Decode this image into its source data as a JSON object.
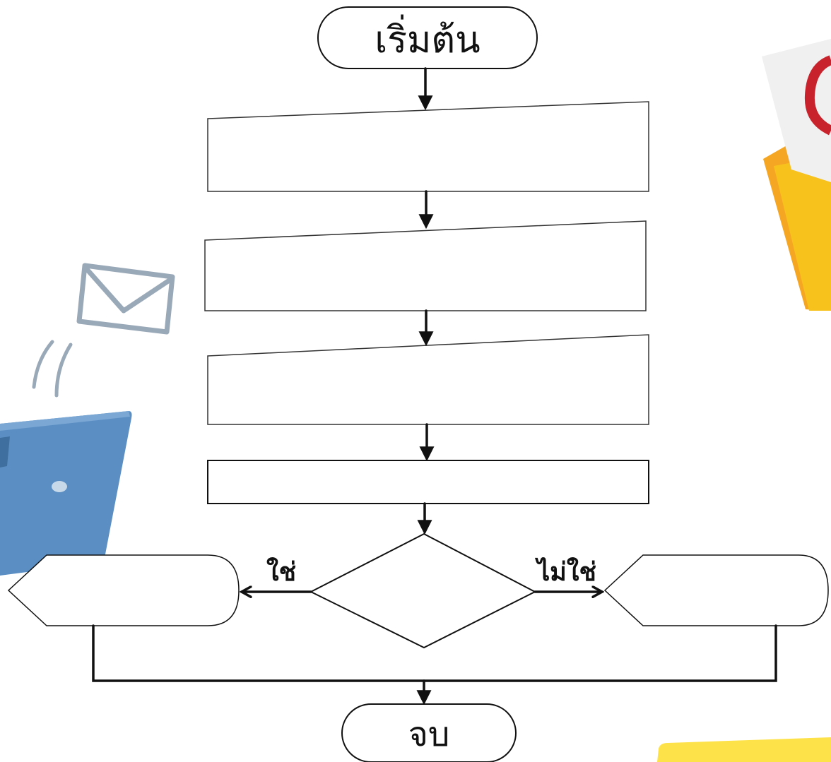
{
  "flowchart": {
    "start": {
      "label": "เริ่มต้น"
    },
    "input_1": {
      "label": ""
    },
    "input_2": {
      "label": ""
    },
    "input_3": {
      "label": ""
    },
    "process": {
      "label": ""
    },
    "decision": {
      "label": ""
    },
    "yes_branch": {
      "label": "ใช่"
    },
    "no_branch": {
      "label": "ไม่ใช่"
    },
    "display_yes": {
      "label": ""
    },
    "display_no": {
      "label": ""
    },
    "end": {
      "label": "จบ"
    }
  },
  "decorations": {
    "left_laptop_color": "#5b8fc4",
    "envelope_outline_color": "#9aa9b8",
    "right_envelope_yellow": "#f8c21c",
    "right_envelope_orange": "#f5a623",
    "right_card_ring_color": "#c8232c",
    "bottom_note_color": "#fde24a",
    "icons": [
      "laptop-icon",
      "envelope-icon",
      "mail-envelope-icon",
      "sticky-note-icon"
    ]
  }
}
